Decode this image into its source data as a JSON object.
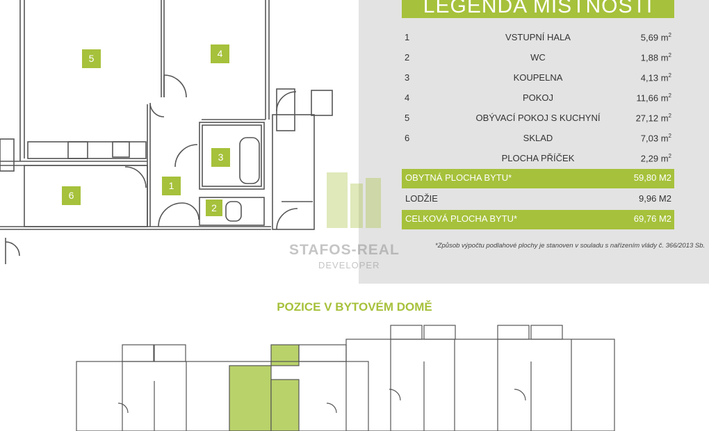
{
  "legend": {
    "title": "LEGENDA MÍSTNOSTÍ",
    "rooms": [
      {
        "num": "1",
        "name": "VSTUPNÍ HALA",
        "area": "5,69 m",
        "unit_sup": "2"
      },
      {
        "num": "2",
        "name": "WC",
        "area": "1,88 m",
        "unit_sup": "2"
      },
      {
        "num": "3",
        "name": "KOUPELNA",
        "area": "4,13 m",
        "unit_sup": "2"
      },
      {
        "num": "4",
        "name": "POKOJ",
        "area": "11,66 m",
        "unit_sup": "2"
      },
      {
        "num": "5",
        "name": "OBÝVACÍ POKOJ S KUCHYNÍ",
        "area": "27,12 m",
        "unit_sup": "2"
      },
      {
        "num": "6",
        "name": "SKLAD",
        "area": "7,03 m",
        "unit_sup": "2"
      },
      {
        "num": "",
        "name": "PLOCHA PŘÍČEK",
        "area": "2,29 m",
        "unit_sup": "2"
      }
    ],
    "living_area_label": "OBYTNÁ PLOCHA BYTU*",
    "living_area_value": "59,80 M2",
    "loggia_label": "LODŽIE",
    "loggia_value": "9,96 M2",
    "total_area_label": "CELKOVÁ PLOCHA BYTU*",
    "total_area_value": "69,76 M2",
    "footnote": "*Způsob výpočtu podlahové plochy je stanoven v souladu s nařízením vlády č. 366/2013 Sb."
  },
  "plan_labels": {
    "r1": "1",
    "r2": "2",
    "r3": "3",
    "r4": "4",
    "r5": "5",
    "r6": "6"
  },
  "watermark": {
    "name": "STAFOS-REAL",
    "sub": "DEVELOPER"
  },
  "position_title": "POZICE V BYTOVÉM DOMĚ",
  "colors": {
    "accent": "#a6c13b",
    "panel": "#e3e3e3",
    "wall": "#555555"
  }
}
